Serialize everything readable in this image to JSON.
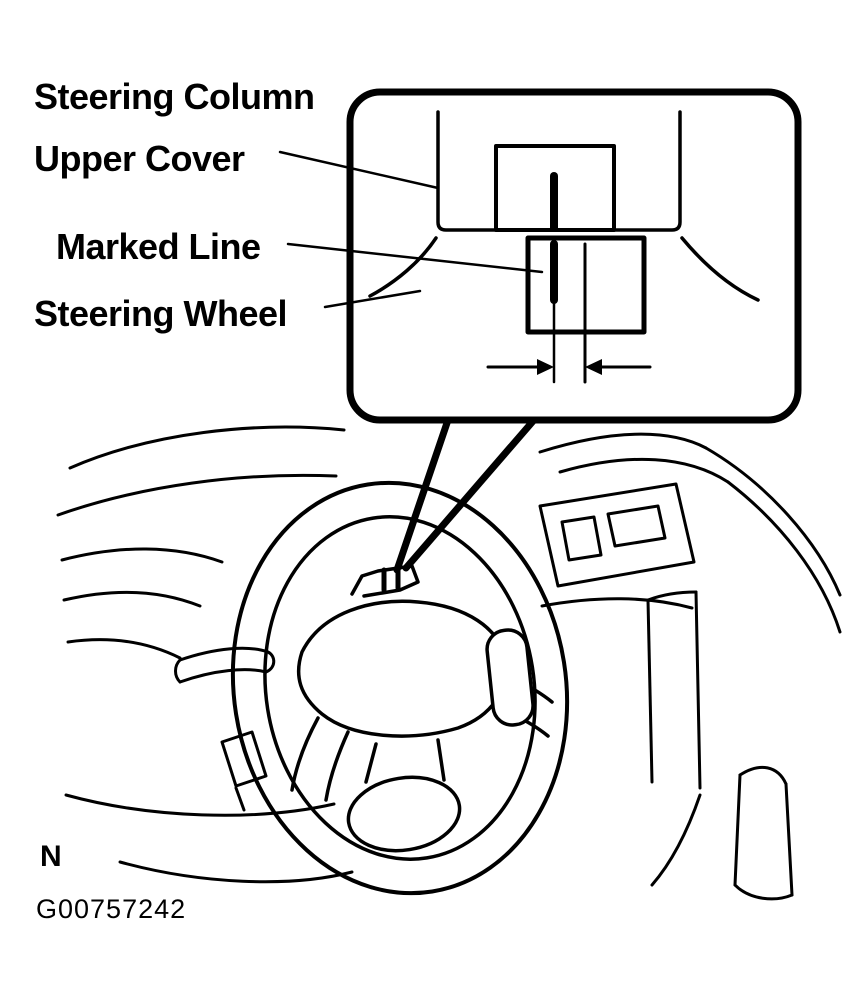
{
  "callout": {
    "steering_column_line1": "Steering Column",
    "steering_column_line2": "Upper Cover",
    "marked_line": "Marked Line",
    "steering_wheel": "Steering Wheel"
  },
  "footer": {
    "position_marker": "N",
    "figure_id": "G00757242"
  },
  "colors": {
    "ink": "#000000",
    "background": "#ffffff"
  }
}
